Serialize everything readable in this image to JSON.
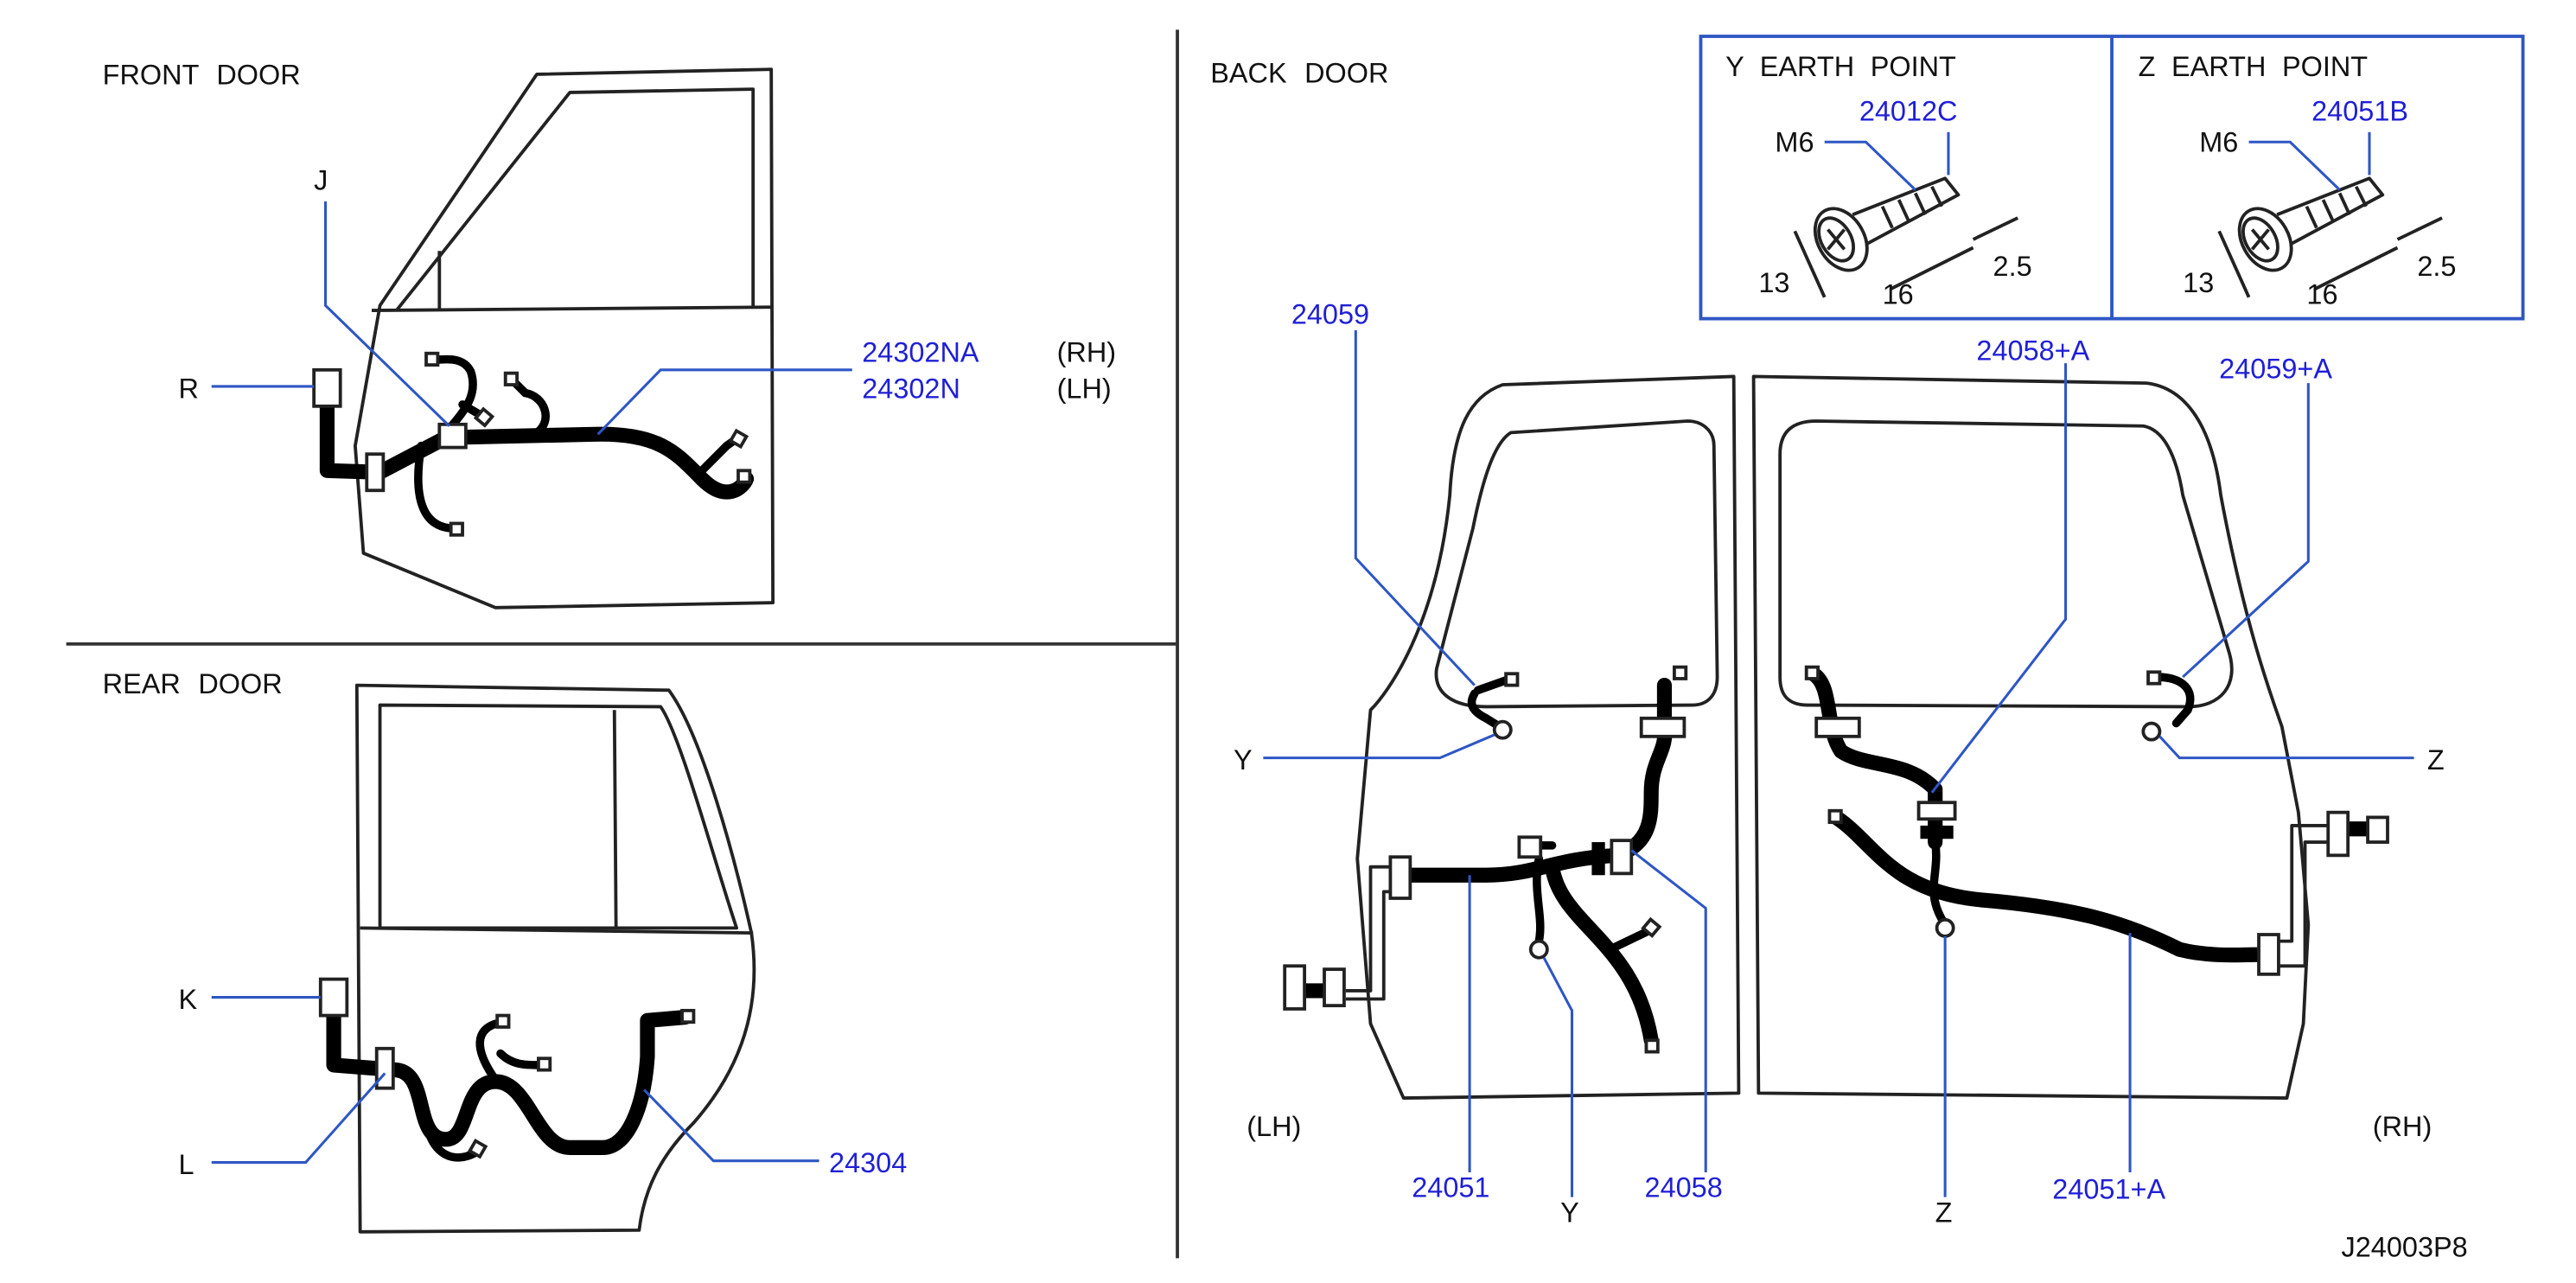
{
  "titles": {
    "front": "FRONT DOOR",
    "rear": "REAR DOOR",
    "back": "BACK DOOR",
    "earth_y": "Y      EARTH POINT",
    "earth_z": "Z    EARTH POINT"
  },
  "front": {
    "label_r": "R",
    "label_j": "J",
    "part_rh": "24302NA",
    "part_lh": "24302N",
    "side_rh": "(RH)",
    "side_lh": "(LH)"
  },
  "rear": {
    "label_k": "K",
    "label_l": "L",
    "part": "24304"
  },
  "earth_y": {
    "part": "24012C",
    "bolt": "M6",
    "dim_13": "13",
    "dim_16": "16",
    "dim_25": "2.5"
  },
  "earth_z": {
    "part": "24051B",
    "bolt": "M6",
    "dim_13": "13",
    "dim_16": "16",
    "dim_25": "2.5"
  },
  "back": {
    "p24059": "24059",
    "p24058a": "24058+A",
    "p24059a": "24059+A",
    "label_y_left": "Y",
    "label_z_right": "Z",
    "side_lh": "(LH)",
    "side_rh": "(RH)",
    "p24051": "24051",
    "label_y_bottom": "Y",
    "p24058": "24058",
    "label_z_bottom": "Z",
    "p24051a": "24051+A"
  },
  "code": "J24003P8"
}
